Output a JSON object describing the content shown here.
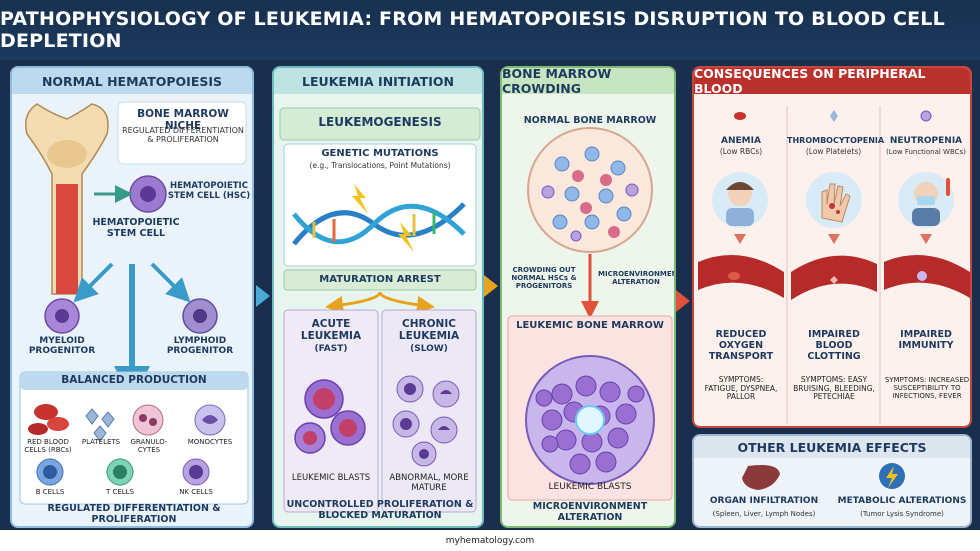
{
  "title": "PATHOPHYSIOLOGY OF LEUKEMIA: FROM HEMATOPOIESIS DISRUPTION TO BLOOD CELL DEPLETION",
  "normal": {
    "header": "NORMAL HEMATOPOIESIS",
    "niche_title": "BONE MARROW NICHE",
    "niche_desc": "REGULATED DIFFERENTIATION & PROLIFERATION",
    "hsc_label": "HEMATOPOIETIC STEM CELL (HSC)",
    "stem_label": "HEMATOPOIETIC STEM CELL",
    "myeloid": "MYELOID PROGENITOR",
    "lymphoid": "LYMPHOID PROGENITOR",
    "balanced": "BALANCED PRODUCTION",
    "cells": {
      "rbc": "RED BLOOD CELLS (RBCs)",
      "platelets": "PLATELETS",
      "granulocytes": "GRANULO-CYTES",
      "monocytes": "MONOCYTES",
      "bcells": "B CELLS",
      "tcells": "T CELLS",
      "nkcells": "NK CELLS"
    },
    "footer": "REGULATED DIFFERENTIATION & PROLIFERATION"
  },
  "initiation": {
    "header": "LEUKEMIA INITIATION",
    "leukemogenesis": "LEUKEMOGENESIS",
    "genetic": "GENETIC MUTATIONS",
    "genetic_sub": "(e.g., Translocations, Point Mutations)",
    "arrest": "MATURATION ARREST",
    "acute": "ACUTE LEUKEMIA",
    "acute_sub": "(FAST)",
    "chronic": "CHRONIC LEUKEMIA",
    "chronic_sub": "(SLOW)",
    "blasts": "LEUKEMIC BLASTS",
    "abnormal": "ABNORMAL, MORE MATURE",
    "footer": "UNCONTROLLED PROLIFERATION & BLOCKED MATURATION"
  },
  "crowding": {
    "header": "BONE MARROW CROWDING",
    "normal_marrow": "NORMAL BONE MARROW",
    "crowding_out": "CROWDING OUT NORMAL HSCs & PROGENITORS",
    "micro_alt": "MICROENVIRONMENT ALTERATION",
    "leukemic_marrow": "LEUKEMIC BONE MARROW",
    "blasts": "LEUKEMIC BLASTS",
    "footer": "MICROENVIRONMENT ALTERATION"
  },
  "consequences": {
    "header": "CONSEQUENCES ON PERIPHERAL BLOOD",
    "cols": [
      {
        "title": "ANEMIA",
        "sub": "(Low RBCs)",
        "effect": "REDUCED OXYGEN TRANSPORT",
        "symptoms": "SYMPTOMS: FATIGUE, DYSPNEA, PALLOR"
      },
      {
        "title": "THROMBOCYTOPENIA",
        "sub": "(Low Platelets)",
        "effect": "IMPAIRED BLOOD CLOTTING",
        "symptoms": "SYMPTOMS: EASY BRUISING, BLEEDING, PETECHIAE"
      },
      {
        "title": "NEUTROPENIA",
        "sub": "(Low Functional WBCs)",
        "effect": "IMPAIRED IMMUNITY",
        "symptoms": "SYMPTOMS: INCREASED SUSCEPTIBILITY TO INFECTIONS, FEVER"
      }
    ]
  },
  "other": {
    "header": "OTHER LEUKEMIA EFFECTS",
    "organ": "ORGAN INFILTRATION",
    "organ_sub": "(Spleen, Liver, Lymph Nodes)",
    "metabolic": "METABOLIC ALTERATIONS",
    "metabolic_sub": "(Tumor Lysis Syndrome)"
  },
  "site": "myhematology.com",
  "colors": {
    "panel1_head": "#bcd9ee",
    "panel2_head": "#bfe3e3",
    "panel3_head": "#c6e6c2",
    "panel4_head": "#b8312b",
    "blast": "#8a5fc4",
    "blood": "#b62a2a"
  }
}
